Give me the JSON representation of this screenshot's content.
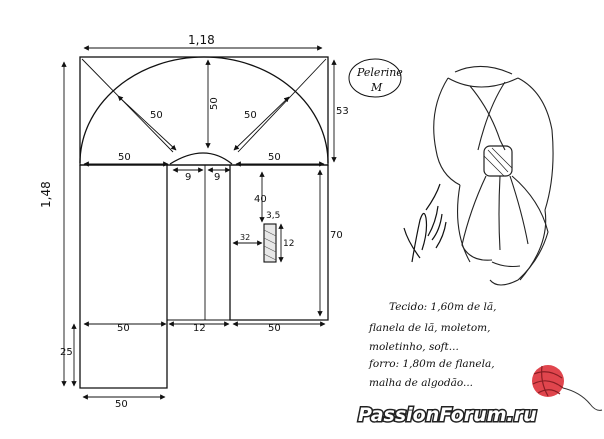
{
  "diagram": {
    "top_width": "1,18",
    "total_height": "1,48",
    "radius_left": "50",
    "radius_center": "50",
    "radius_right": "50",
    "cape_height": "53",
    "shoulder_left": "50",
    "shoulder_right": "50",
    "neck_left": "9",
    "neck_right": "9",
    "body_height": "70",
    "pocket_offset_top": "40",
    "pocket_width": "3,5",
    "pocket_height": "12",
    "pocket_offset_side": "32",
    "bottom_left": "50",
    "bottom_center": "12",
    "bottom_right": "50",
    "tail_height": "25",
    "tail_width": "50"
  },
  "label": {
    "title_line1": "Pelerine",
    "title_line2": "M"
  },
  "notes": {
    "line1": "Tecido: 1,60m de lã,",
    "line2": "flanela de lã, moletom,",
    "line3": "moletinho, soft...",
    "line4": "forro: 1,80m de flanela,",
    "line5": "malha de algodão..."
  },
  "watermark": {
    "text": "PassionForum.ru",
    "color": "#ffffff",
    "ball_color": "#e0454d"
  }
}
